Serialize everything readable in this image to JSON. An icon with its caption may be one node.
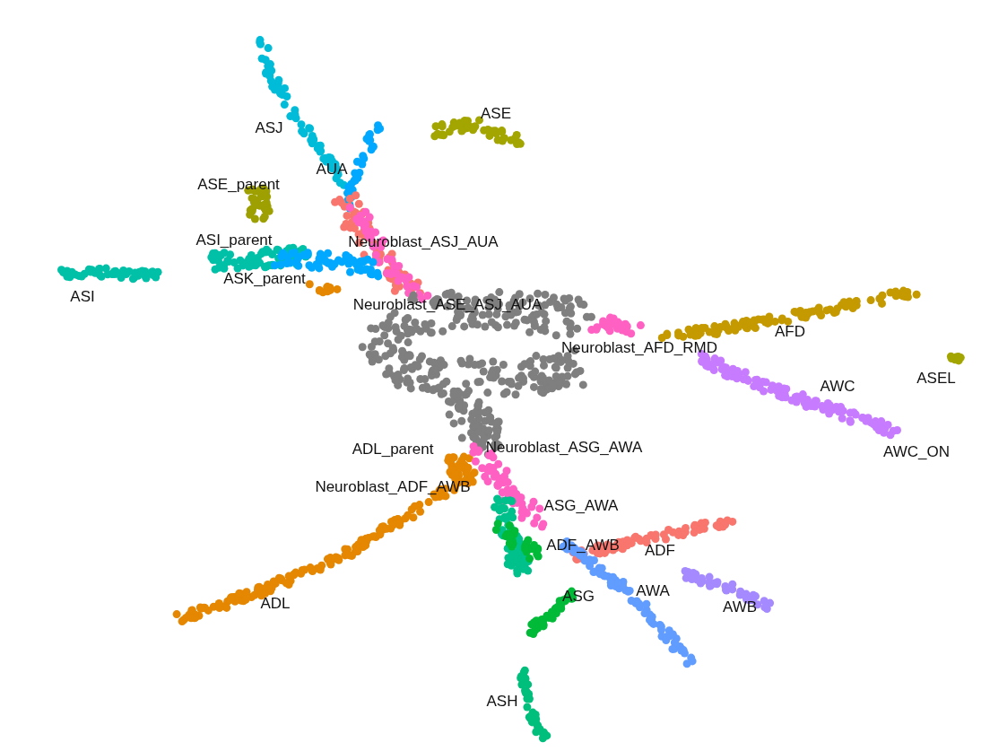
{
  "diagram": {
    "labels": [
      "ASE",
      "ASJ",
      "AUA",
      "ASE_parent",
      "ASI_parent",
      "Neuroblast_ASJ_AUA",
      "ASK_parent",
      "ASI",
      "Neuroblast_ASE_ASJ_AUA",
      "AFD",
      "Neuroblast_AFD_RMD",
      "ASEL",
      "AWC",
      "Neuroblast_ASG_AWA",
      "ADL_parent",
      "AWC_ON",
      "Neuroblast_ADF_AWB",
      "ASG_AWA",
      "ADF_AWB",
      "ADF",
      "AWA",
      "ASG",
      "AWB",
      "ADL",
      "ASH"
    ]
  }
}
